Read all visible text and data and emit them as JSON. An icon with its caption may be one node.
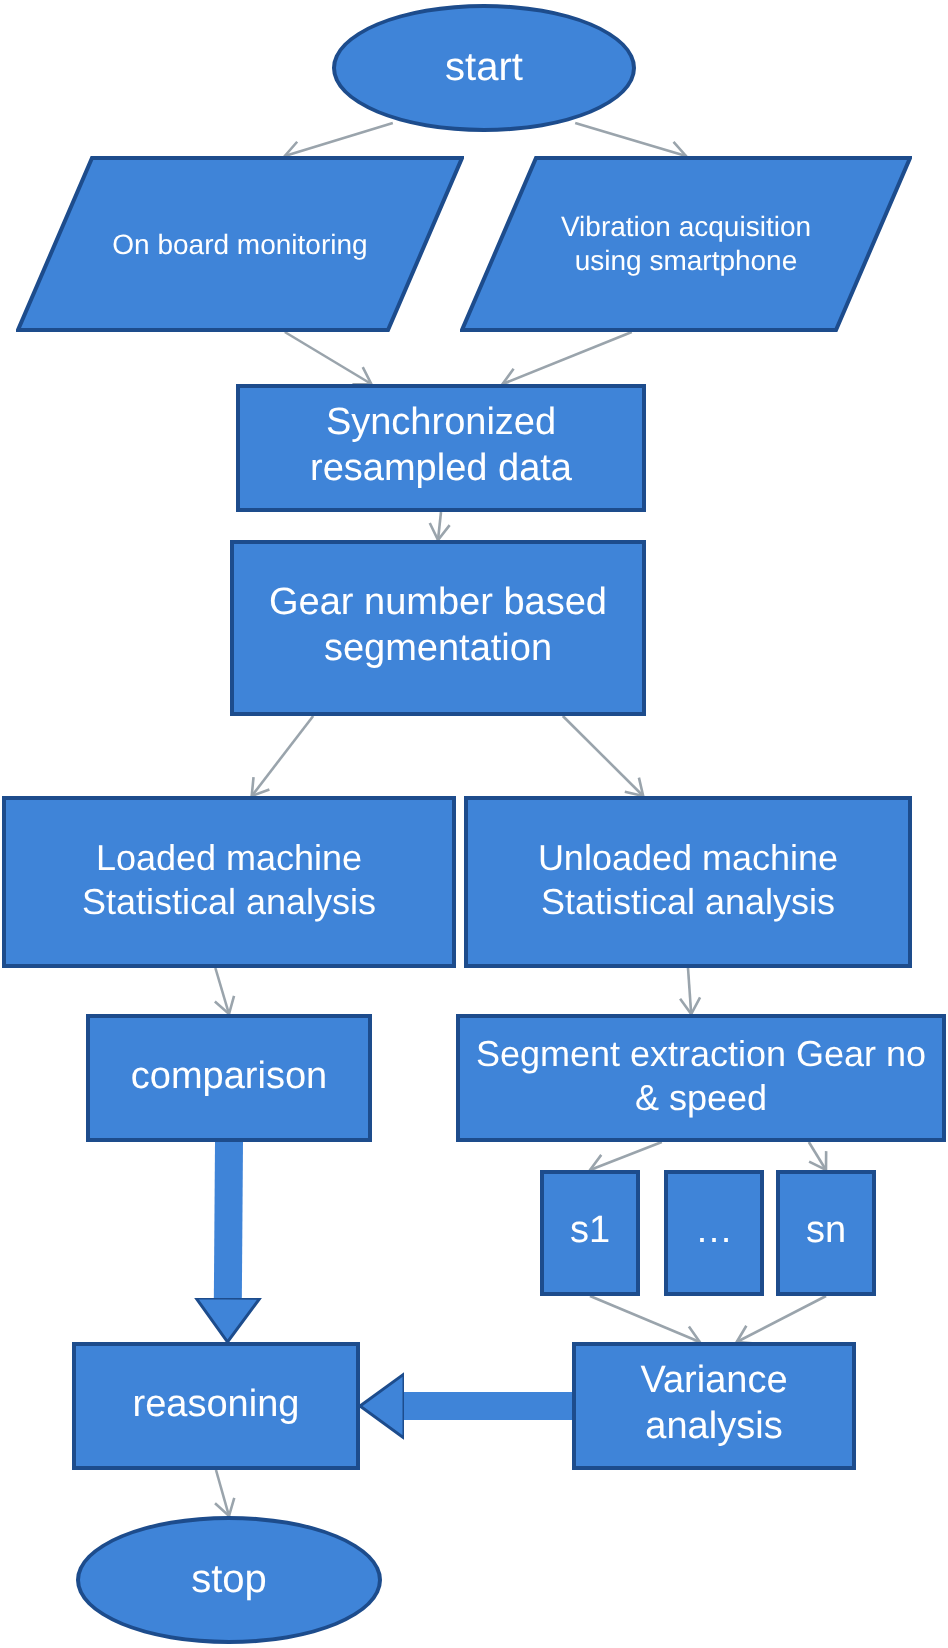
{
  "diagram": {
    "nodes": [
      {
        "text": [
          "start"
        ]
      },
      {
        "text": [
          "On board monitoring"
        ]
      },
      {
        "text": [
          "Vibration acquisition using smartphone"
        ]
      },
      {
        "text": [
          "Synchronized resampled data"
        ]
      },
      {
        "text": [
          "Gear number based segmentation"
        ]
      },
      {
        "text": [
          "Loaded machine Statistical analysis"
        ]
      },
      {
        "text": [
          "Unloaded machine Statistical analysis"
        ]
      },
      {
        "text": [
          "comparison"
        ]
      },
      {
        "text": [
          "Segment extraction Gear no & speed"
        ]
      },
      {
        "text": [
          "s1"
        ]
      },
      {
        "text": [
          "…"
        ]
      },
      {
        "text": [
          "sn"
        ]
      },
      {
        "text": [
          "Variance analysis"
        ]
      },
      {
        "text": [
          "reasoning"
        ]
      },
      {
        "text": [
          "stop"
        ]
      }
    ],
    "edges": [
      {
        "from": 0,
        "to": 1,
        "arrow": "to"
      },
      {
        "from": 0,
        "to": 2,
        "arrow": "to"
      },
      {
        "from": 1,
        "to": 3,
        "arrow": "to"
      },
      {
        "from": 2,
        "to": 3,
        "arrow": "to"
      },
      {
        "from": 3,
        "to": 4,
        "arrow": "to"
      },
      {
        "from": 4,
        "to": 5,
        "arrow": "to"
      },
      {
        "from": 4,
        "to": 6,
        "arrow": "to"
      },
      {
        "from": 5,
        "to": 7,
        "arrow": "to"
      },
      {
        "from": 6,
        "to": 8,
        "arrow": "to"
      },
      {
        "from": 8,
        "to": 9,
        "arrow": "to"
      },
      {
        "from": 8,
        "to": 11,
        "arrow": "to"
      },
      {
        "from": 9,
        "to": 12,
        "arrow": "to"
      },
      {
        "from": 11,
        "to": 12,
        "arrow": "to"
      },
      {
        "from": 7,
        "to": 13,
        "arrow": "to",
        "style": "thick",
        "color": "#3f84d8"
      },
      {
        "from": 12,
        "to": 13,
        "arrow": "to",
        "style": "thick",
        "color": "#3f84d8"
      },
      {
        "from": 13,
        "to": 14,
        "arrow": "to"
      }
    ]
  }
}
